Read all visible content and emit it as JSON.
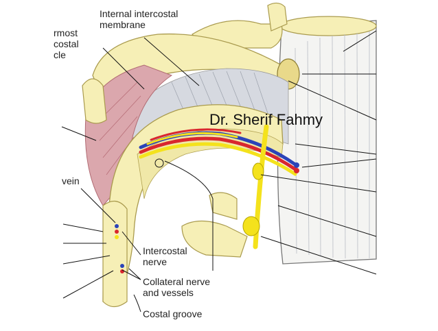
{
  "labels": {
    "membrane_line1": "Internal intercostal",
    "membrane_line2": "membrane",
    "innermost_line1": "rmost",
    "innermost_line2": "costal",
    "innermost_line3": "cle",
    "vein": "vein",
    "nerve_line1": "Intercostal",
    "nerve_line2": "nerve",
    "collateral_line1": "Collateral nerve",
    "collateral_line2": "and vessels",
    "groove": "Costal groove"
  },
  "watermark": "Dr. Sherif Fahmy",
  "colors": {
    "bone": "#f6efb6",
    "bone_edge": "#c9b86a",
    "muscle": "#dba7ad",
    "artery": "#d9262e",
    "vein": "#2b43b8",
    "nerve": "#f4e21c",
    "membrane": "#c9cdd6"
  }
}
